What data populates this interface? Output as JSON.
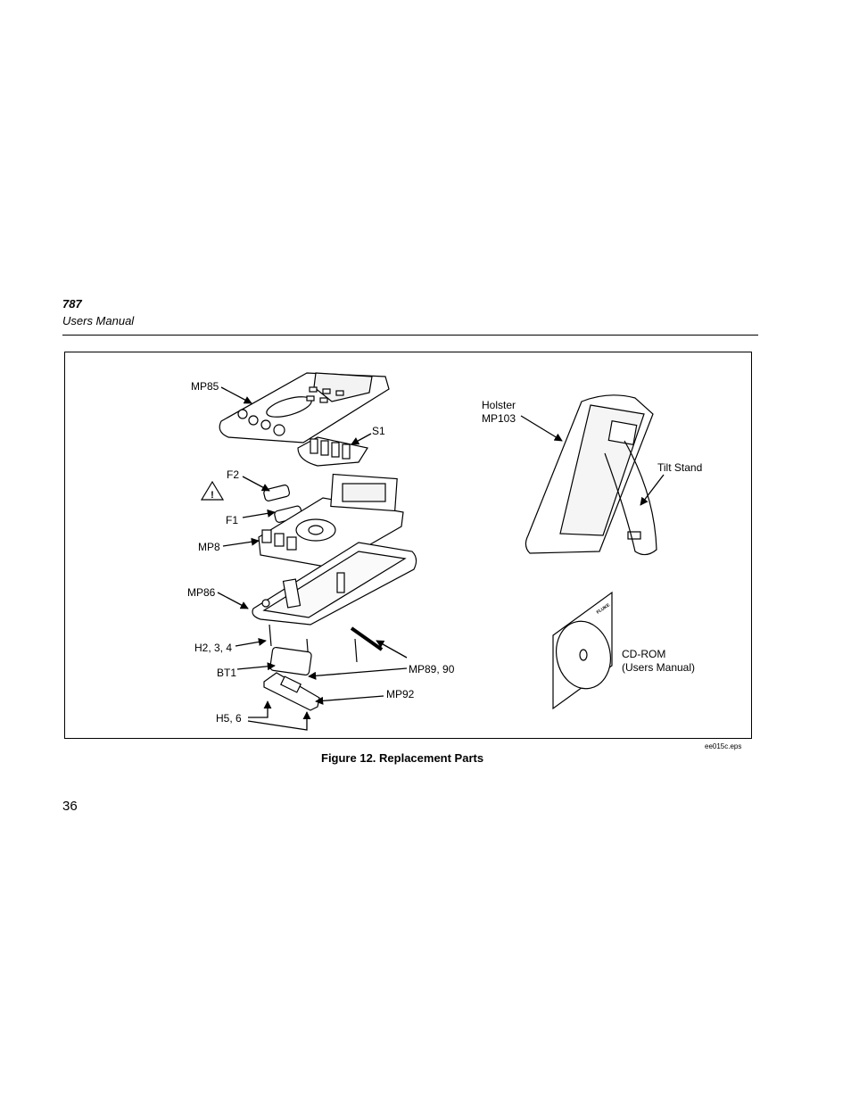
{
  "header": {
    "model": "787",
    "subtitle": "Users Manual"
  },
  "figure": {
    "labels": {
      "mp85": "MP85",
      "s1": "S1",
      "f2": "F2",
      "f1": "F1",
      "mp8": "MP8",
      "mp86": "MP86",
      "h234": "H2, 3, 4",
      "bt1": "BT1",
      "h56": "H5, 6",
      "mp8990": "MP89, 90",
      "mp92": "MP92",
      "holster": "Holster\nMP103",
      "tilt": "Tilt Stand",
      "cdrom": "CD-ROM\n(Users Manual)"
    },
    "cd_brand": "FLUKE",
    "file_name": "ee015c.eps",
    "caption": "Figure 12. Replacement Parts"
  },
  "page_number": "36"
}
